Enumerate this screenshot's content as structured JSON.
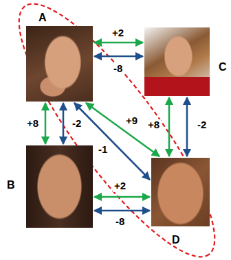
{
  "diagram": {
    "nodes": [
      {
        "text": [
          "A"
        ]
      },
      {
        "text": [
          "C"
        ]
      },
      {
        "text": [
          "B"
        ]
      },
      {
        "text": [
          "D"
        ]
      }
    ],
    "edges": [
      {
        "from": 0,
        "to": 1,
        "label": "+2",
        "arrow": "both"
      },
      {
        "from": 0,
        "to": 1,
        "label": "-8",
        "arrow": "both"
      },
      {
        "from": 0,
        "to": 2,
        "label": "+8",
        "arrow": "both"
      },
      {
        "from": 0,
        "to": 2,
        "label": "-2",
        "arrow": "both"
      },
      {
        "from": 0,
        "to": 3,
        "label": "+9",
        "arrow": "both"
      },
      {
        "from": 0,
        "to": 3,
        "label": "-1",
        "arrow": "both"
      },
      {
        "from": 1,
        "to": 3,
        "label": "+8",
        "arrow": "both"
      },
      {
        "from": 1,
        "to": 3,
        "label": "-2",
        "arrow": "both"
      },
      {
        "from": 2,
        "to": 3,
        "label": "+2",
        "arrow": "both"
      },
      {
        "from": 2,
        "to": 3,
        "label": "-8",
        "arrow": "both"
      }
    ]
  }
}
